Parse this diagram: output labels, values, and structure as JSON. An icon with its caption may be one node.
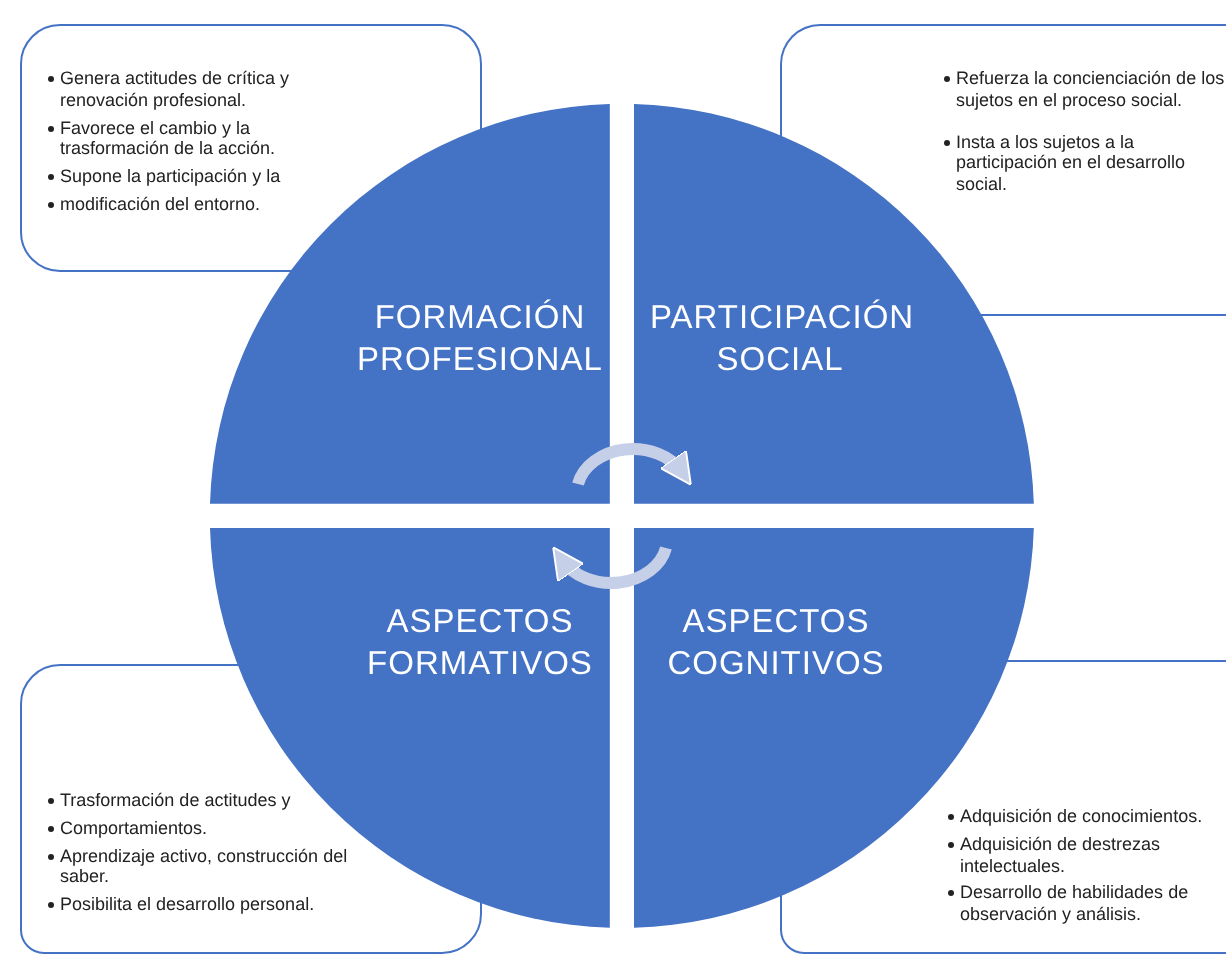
{
  "diagram": {
    "nodes": [
      {
        "text": [
          "Genera actitudes de crítica y renovación profesional.",
          "Favorece el cambio y la trasformación de la acción.",
          "Supone la participación y la",
          "modificación del entorno."
        ]
      },
      {
        "text": [
          "Refuerza la concienciación de los sujetos en el proceso social.",
          "Insta a los sujetos a la participación en el desarrollo social."
        ]
      },
      {
        "text": [
          "FORMACIÓN PROFESIONAL"
        ]
      },
      {
        "text": [
          "PARTICIPACIÓN SOCIAL"
        ]
      },
      {
        "text": [
          "ASPECTOS FORMATIVOS"
        ]
      },
      {
        "text": [
          "ASPECTOS COGNITIVOS"
        ]
      },
      {
        "text": [
          "Trasformación de actitudes y",
          "Comportamientos.",
          "Aprendizaje activo, construcción del saber.",
          "Posibilita el desarrollo personal."
        ]
      },
      {
        "text": [
          "Adquisición de conocimientos.",
          "Adquisición de destrezas intelectuales.",
          "Desarrollo de habilidades de observación y análisis."
        ]
      }
    ],
    "edges": [
      {
        "from": 2,
        "to": 3,
        "arrow": "to"
      },
      {
        "from": 5,
        "to": 4,
        "arrow": "to"
      }
    ]
  }
}
